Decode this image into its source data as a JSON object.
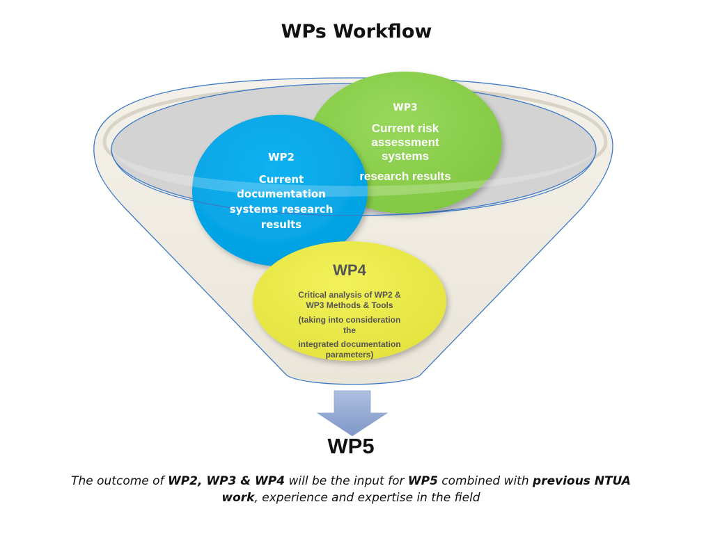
{
  "slide": {
    "title": "WPs Workflow"
  },
  "wp2": {
    "heading": "WP2",
    "lines": [
      "Current",
      "documentation",
      "systems research",
      "results"
    ],
    "color": "#00a6e8"
  },
  "wp3": {
    "heading": "WP3",
    "lines": [
      "Current risk",
      "assessment",
      "systems"
    ],
    "subline": "research results",
    "color": "#8dd14c"
  },
  "wp4": {
    "heading": "WP4",
    "lines": [
      "Critical analysis of WP2 &",
      "WP3 Methods & Tools",
      "(taking into consideration",
      "the",
      "integrated documentation",
      "parameters)"
    ],
    "color": "#eceb4a"
  },
  "wp5": {
    "label": "WP5"
  },
  "caption": {
    "part1": "The outcome of ",
    "bold1": "WP2, WP3 & WP4",
    "part2": " will be the input for ",
    "bold2": "WP5",
    "part3": " combined with ",
    "bold3": "previous NTUA work",
    "part4": ", experience and expertise in the field"
  }
}
